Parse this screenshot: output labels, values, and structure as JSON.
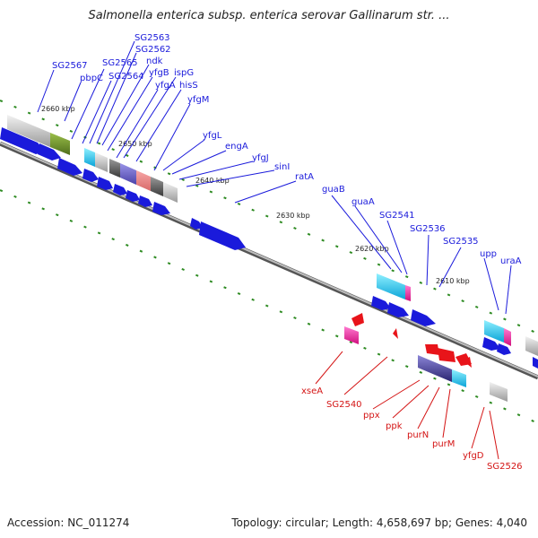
{
  "title": "Salmonella enterica subsp. enterica serovar Gallinarum str. ...",
  "footer": {
    "accession": "Accession: NC_011274",
    "summary": "Topology: circular; Length: 4,658,697 bp; Genes: 4,040"
  },
  "colors": {
    "forward_gene": "#1a1adb",
    "reverse_gene": "#e8141a",
    "forward_label": "#1a1adb",
    "reverse_label": "#d41414",
    "backbone": "#8c8c8c",
    "tick": "#2e8b22"
  },
  "kbp_markers": [
    "2660 kbp",
    "2650 kbp",
    "2640 kbp",
    "2630 kbp",
    "2620 kbp",
    "2610 kbp"
  ],
  "forward_genes": [
    "SG2567",
    "pbpC",
    "SG2565",
    "SG2564",
    "SG2563",
    "SG2562",
    "ndk",
    "yfgB",
    "ispG",
    "yfgA",
    "hisS",
    "yfgM",
    "yfgL",
    "engA",
    "yfgJ",
    "sinI",
    "ratA",
    "guaB",
    "guaA",
    "SG2541",
    "SG2536",
    "SG2535",
    "upp",
    "uraA"
  ],
  "reverse_genes": [
    "xseA",
    "SG2540",
    "ppx",
    "ppk",
    "purN",
    "purM",
    "yfgD",
    "SG2526"
  ]
}
